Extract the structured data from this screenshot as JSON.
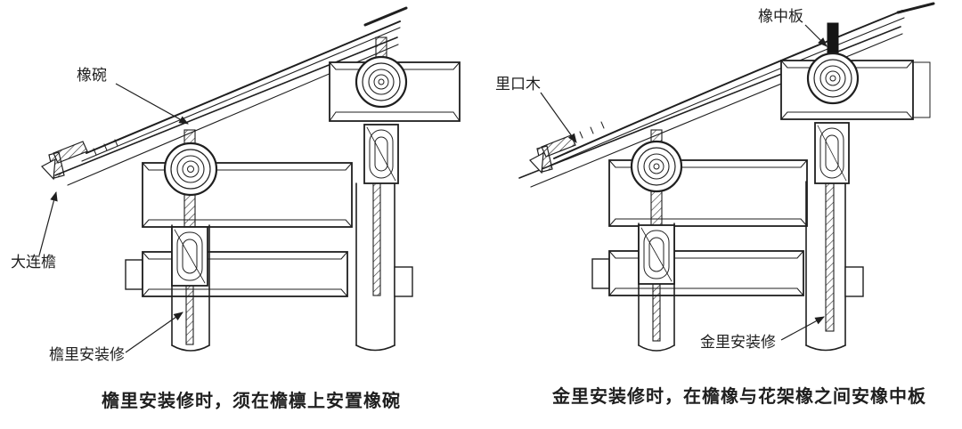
{
  "background": "#ffffff",
  "ink": "#1f1f1f",
  "left": {
    "labels": {
      "chuanwan": "橡碗",
      "dalianyan": "大连檐",
      "yanli": "檐里安装修"
    },
    "caption": "檐里安装修时，须在檐檩上安置橡碗"
  },
  "right": {
    "labels": {
      "chuanzhongban": "橡中板",
      "likoumu": "里口木",
      "jinli": "金里安装修"
    },
    "caption": "金里安装修时，在檐橡与花架橡之间安橡中板"
  }
}
